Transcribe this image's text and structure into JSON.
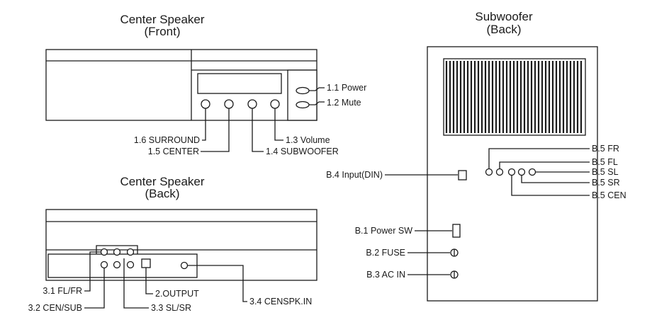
{
  "center_front": {
    "title_line1": "Center Speaker",
    "title_line2": "(Front)",
    "labels": {
      "power": "1.1 Power",
      "mute": "1.2 Mute",
      "volume": "1.3 Volume",
      "subwoofer": "1.4 SUBWOOFER",
      "center": "1.5 CENTER",
      "surround": "1.6 SURROUND"
    }
  },
  "center_back": {
    "title_line1": "Center Speaker",
    "title_line2": "(Back)",
    "labels": {
      "fl_fr": "3.1 FL/FR",
      "cen_sub": "3.2 CEN/SUB",
      "sl_sr": "3.3 SL/SR",
      "output": "2.OUTPUT",
      "censpk_in": "3.4 CENSPK.IN"
    }
  },
  "subwoofer_back": {
    "title_line1": "Subwoofer",
    "title_line2": "(Back)",
    "labels": {
      "fr": "B.5 FR",
      "fl": "B.5 FL",
      "sl": "B.5 SL",
      "sr": "B.5 SR",
      "cen": "B.5 CEN",
      "input_din": "B.4 Input(DIN)",
      "power_sw": "B.1 Power SW",
      "fuse": "B.2 FUSE",
      "ac_in": "B.3 AC IN"
    }
  }
}
